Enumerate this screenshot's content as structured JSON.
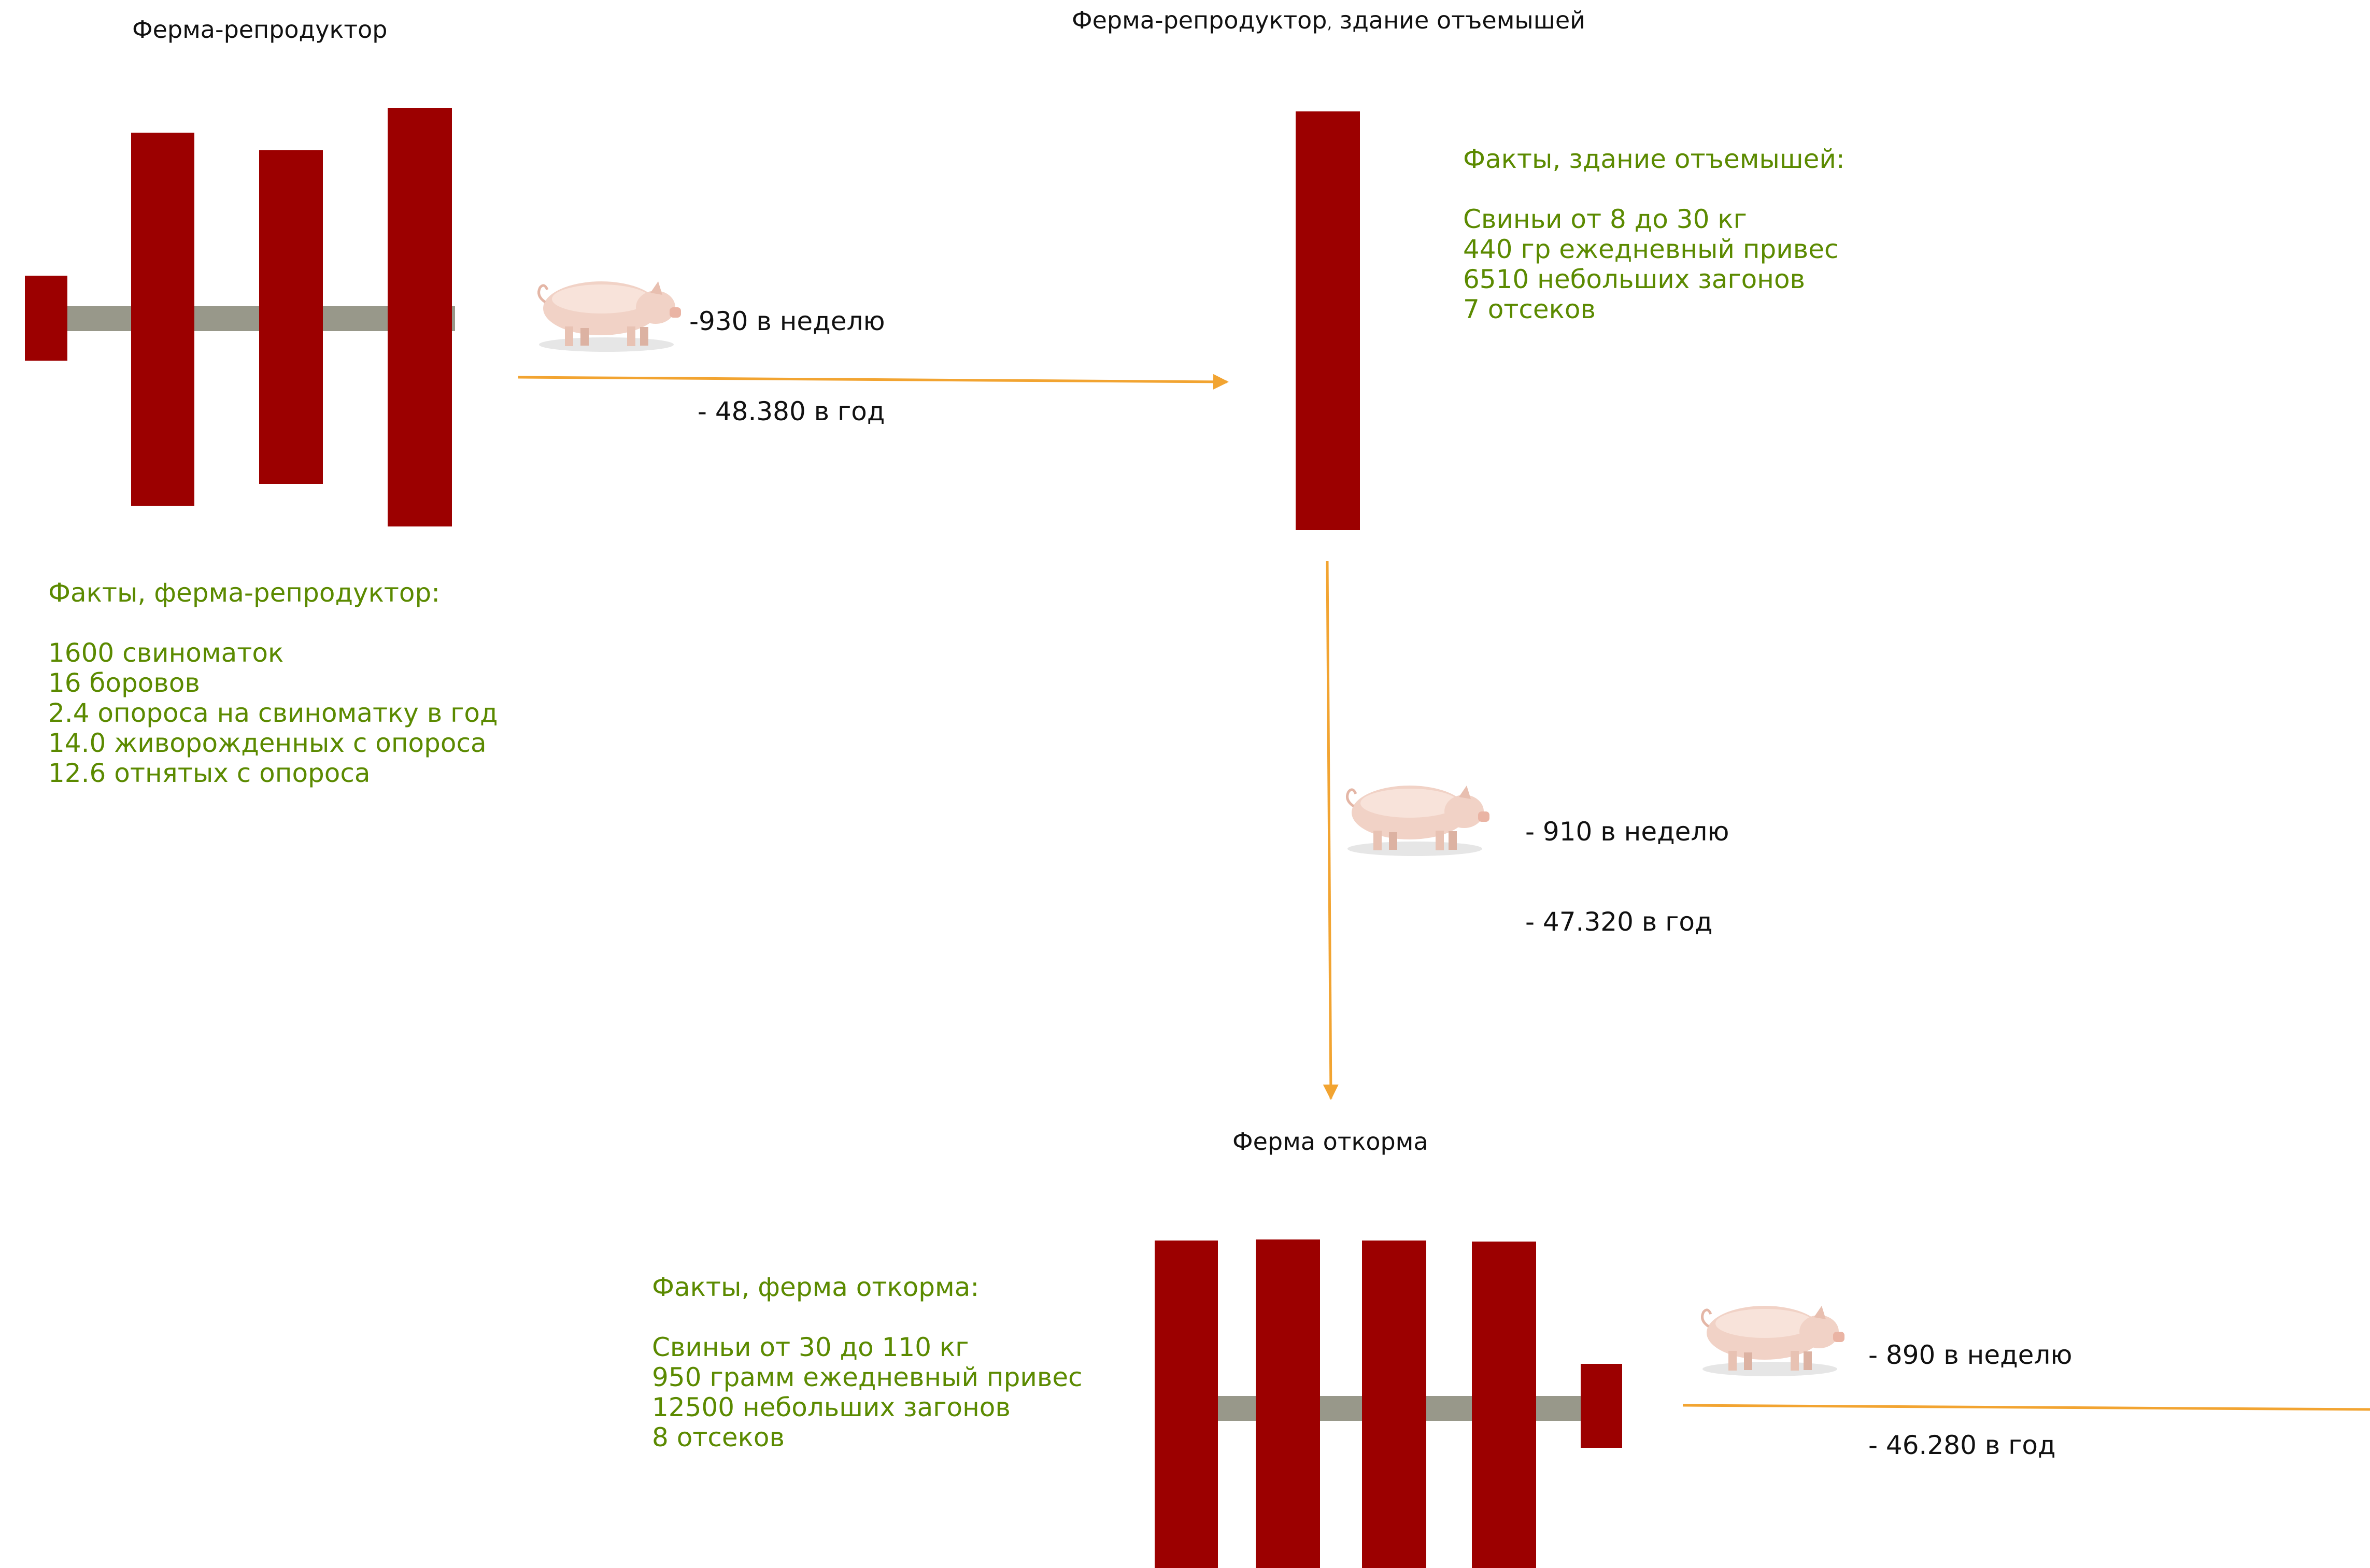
{
  "colors": {
    "building": "#9c0000",
    "connector": "#98988a",
    "arrow": "#f2a431",
    "facts_text": "#5b8a00",
    "label_text": "#111111"
  },
  "breeding_farm": {
    "title": "Ферма-репродуктор",
    "facts": {
      "heading": "Факты, ферма-репродуктор:",
      "lines": [
        "1600 свиноматок",
        "16 боровов",
        "2.4 опороса на свиноматку в год",
        "14.0 живорожденных с опороса",
        "12.6 отнятых с опороса"
      ]
    }
  },
  "flow_to_weaner": {
    "icon": "pig-icon",
    "lines": [
      "-930 в неделю",
      " - 48.380 в год"
    ]
  },
  "weaner_building": {
    "title_part1": "Ферма-репродуктор",
    "title_sep": ",",
    "title_part2": " здание отъемышей",
    "facts": {
      "heading": "Факты, здание отъемышей:",
      "lines": [
        "Свиньи от 8 до 30 кг",
        "440 гр ежедневный привес",
        "6510 небольших загонов",
        "7 отсеков"
      ]
    }
  },
  "flow_to_finishing": {
    "icon": "pig-icon",
    "lines": [
      "- 910 в неделю",
      "- 47.320 в год"
    ]
  },
  "finishing_farm": {
    "title": "Ферма откорма",
    "facts": {
      "heading": "Факты, ферма откорма:",
      "lines": [
        "Свиньи от 30 до 110 кг",
        "950 грамм ежедневный привес",
        "12500 небольших загонов",
        "8 отсеков"
      ]
    }
  },
  "flow_out": {
    "icon": "pig-icon",
    "lines": [
      "- 890 в неделю",
      "- 46.280 в год"
    ]
  }
}
